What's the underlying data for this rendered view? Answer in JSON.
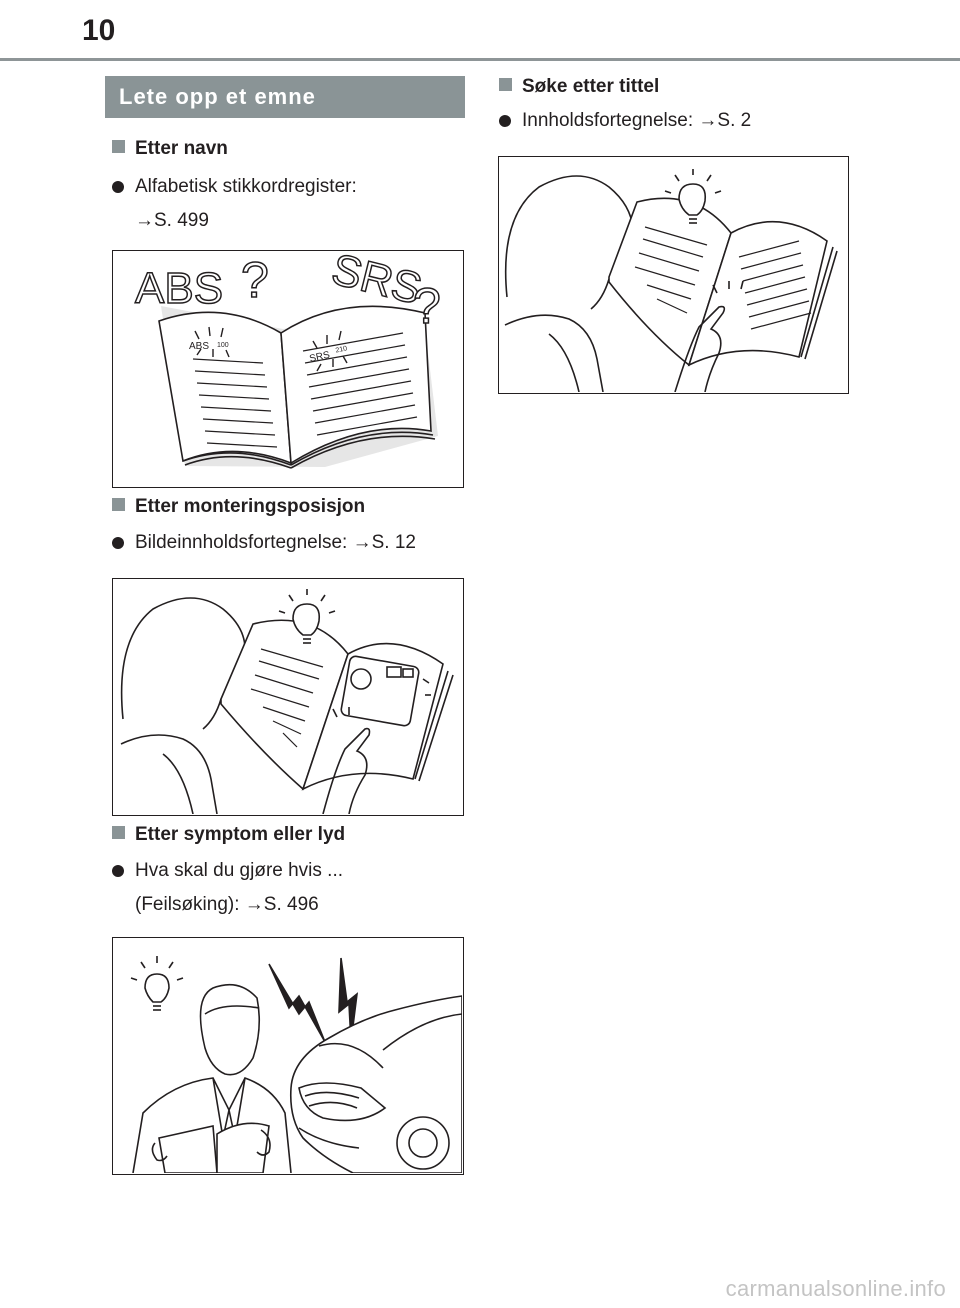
{
  "page": {
    "number": "10"
  },
  "left_column": {
    "section_title": "Lete opp et emne",
    "groups": [
      {
        "heading": "Etter navn",
        "bullet_lines": [
          "Alfabetisk stikkordregister:"
        ],
        "ref_arrow": "→",
        "ref_text": "S. 499",
        "illustration": {
          "icon": "open-book-abs-srs-illustration",
          "labels": [
            "ABS",
            "SRS",
            "ABS",
            "SRS",
            "100",
            "210"
          ]
        }
      },
      {
        "heading": "Etter monteringsposisjon",
        "bullet_text": "Bildeinnholdsfortegnelse: ",
        "ref_arrow": "→",
        "ref_text": "S. 12",
        "illustration": {
          "icon": "person-reading-dashboard-illustration"
        }
      },
      {
        "heading": "Etter symptom eller lyd",
        "bullet_lines": [
          "Hva skal du gjøre hvis ...",
          "(Feilsøking): "
        ],
        "ref_arrow": "→",
        "ref_text": "S. 496",
        "illustration": {
          "icon": "man-with-manual-car-noise-illustration"
        }
      }
    ]
  },
  "right_column": {
    "groups": [
      {
        "heading": "Søke etter tittel",
        "bullet_text": "Innholdsfortegnelse: ",
        "ref_arrow": "→",
        "ref_text": "S. 2",
        "illustration": {
          "icon": "person-reading-contents-illustration"
        }
      }
    ]
  },
  "watermark": "carmanualsonline.info",
  "colors": {
    "accent_gray": "#8a9496",
    "rule_gray": "#8e9597",
    "text": "#231f20"
  }
}
